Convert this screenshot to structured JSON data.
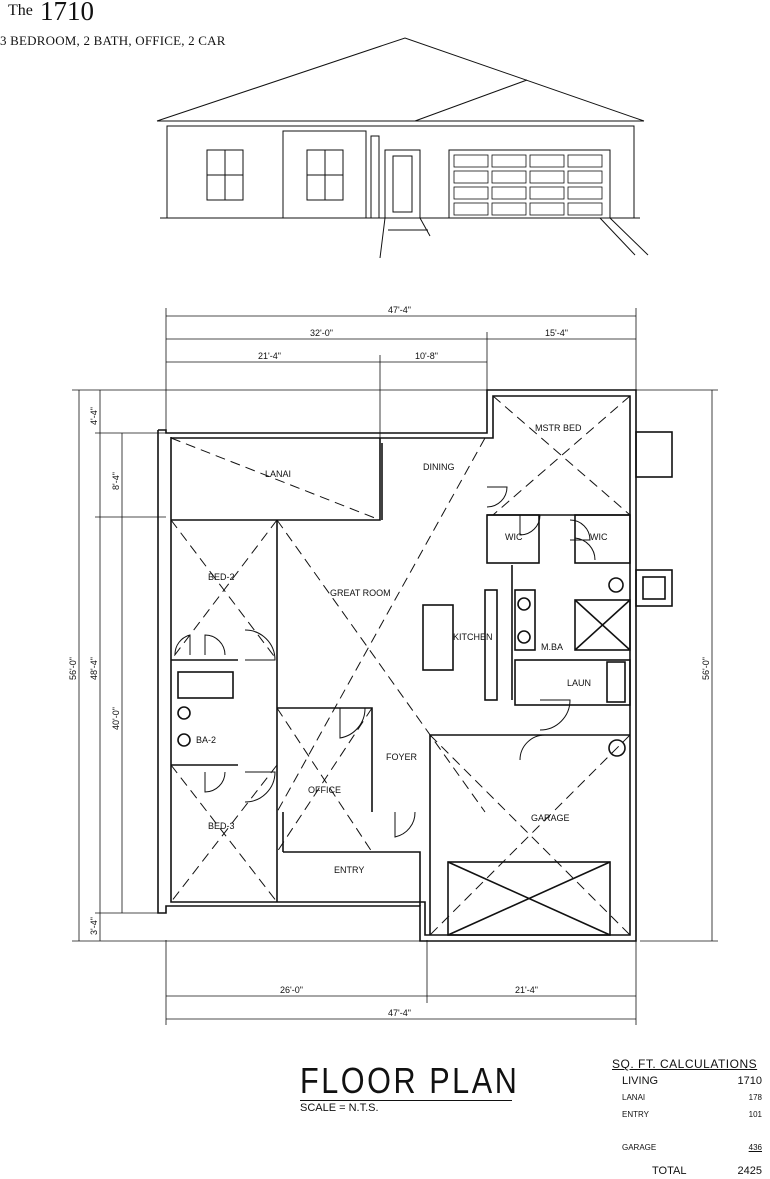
{
  "header": {
    "the": "The",
    "model": "1710",
    "subtitle": "3 BEDROOM, 2 BATH, OFFICE, 2 CAR"
  },
  "dimensions": {
    "top_total": "47'-4\"",
    "top_left": "32'-0\"",
    "top_right": "15'-4\"",
    "top_a": "21'-4\"",
    "top_b": "10'-8\"",
    "bottom_left": "26'-0\"",
    "bottom_right": "21'-4\"",
    "bottom_total": "47'-4\"",
    "left_total": "56'-0\"",
    "left_mid": "48'-4\"",
    "left_inner": "40'-0\"",
    "left_top": "4'-4\"",
    "left_a": "8'-4\"",
    "left_bottom": "3'-4\"",
    "right_total": "56'-0\""
  },
  "rooms": {
    "lanai": "LANAI",
    "dining": "DINING",
    "mstr_bed": "MSTR BED",
    "wic1": "WIC",
    "wic2": "WIC",
    "bed2": "BED-2",
    "great_room": "GREAT ROOM",
    "kitchen": "KITCHEN",
    "mba": "M.BA",
    "laun": "LAUN",
    "ba2": "BA-2",
    "foyer": "FOYER",
    "office": "OFFICE",
    "bed3": "BED-3",
    "garage": "GARAGE",
    "entry": "ENTRY"
  },
  "footer": {
    "title": "FLOOR PLAN",
    "scale": "SCALE = N.T.S."
  },
  "sqft": {
    "heading": "SQ. FT. CALCULATIONS",
    "rows": [
      {
        "label": "LIVING",
        "value": "1710"
      },
      {
        "label": "LANAI",
        "value": "178"
      },
      {
        "label": "ENTRY",
        "value": "101"
      },
      {
        "label": "GARAGE",
        "value": "436"
      },
      {
        "label": "TOTAL",
        "value": "2425"
      }
    ]
  }
}
